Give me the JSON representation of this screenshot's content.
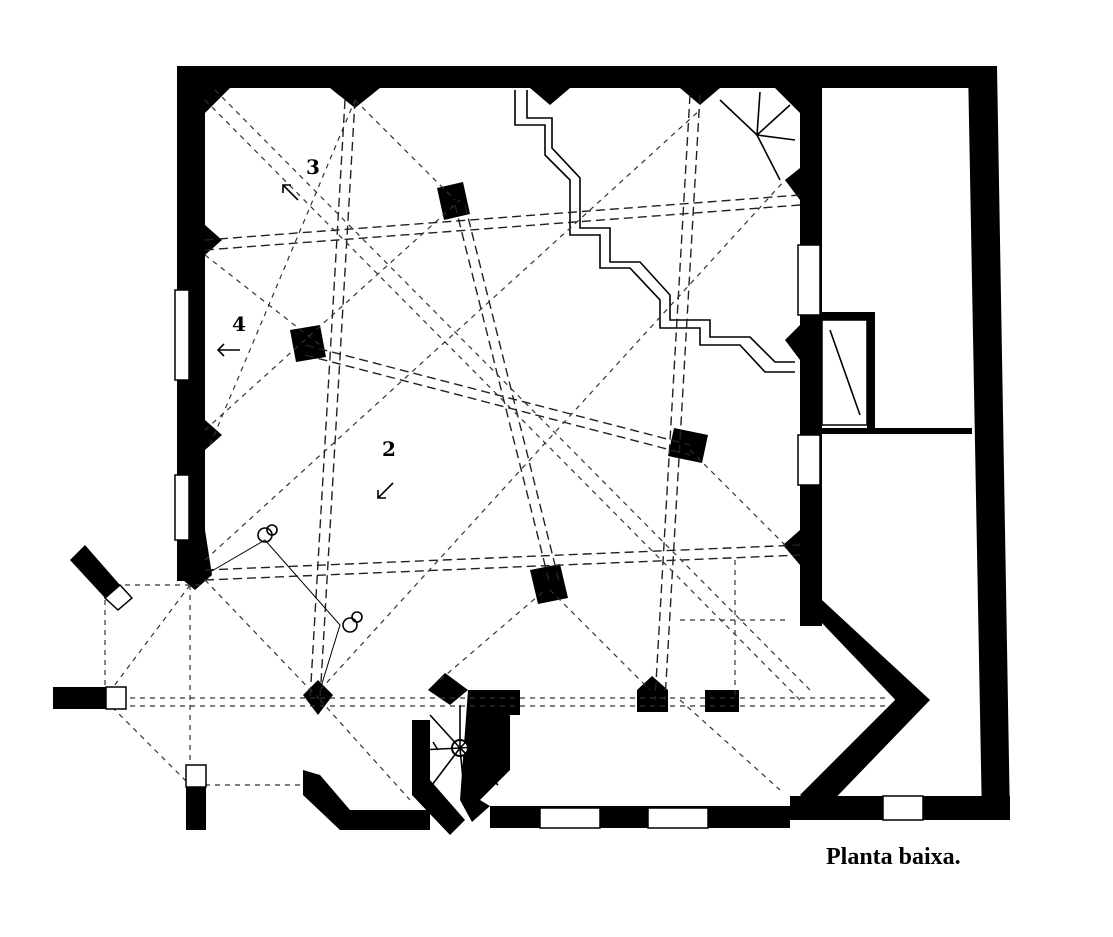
{
  "caption": "Planta baixa.",
  "room_labels": [
    "3",
    "4",
    "2"
  ],
  "colors": {
    "wall": "#000000",
    "background": "#ffffff",
    "ribs": "#222222"
  }
}
